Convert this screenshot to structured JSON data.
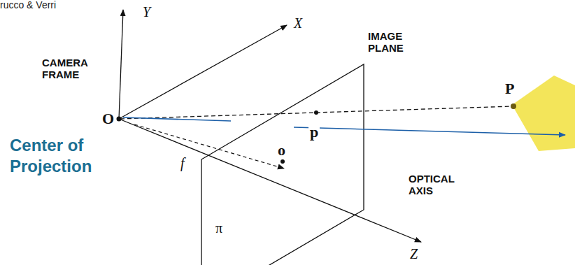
{
  "diagram": {
    "labels": [
      "rucco & Verri",
      "Y",
      "X",
      "IMAGE PLANE",
      "CAMERA FRAME",
      "O",
      "Center of Projection",
      "p",
      "P",
      "o",
      "f",
      "OPTICAL AXIS",
      "π",
      "Z"
    ]
  }
}
